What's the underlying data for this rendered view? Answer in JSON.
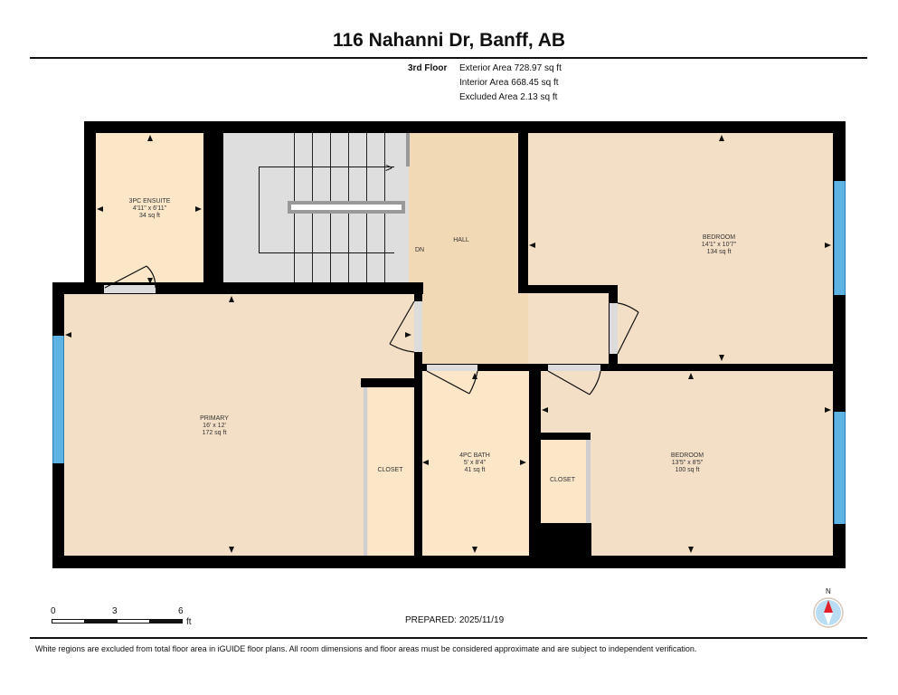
{
  "header": {
    "title": "116 Nahanni Dr, Banff, AB",
    "floor": "3rd Floor",
    "areas": [
      "Exterior Area 728.97 sq ft",
      "Interior Area 668.45 sq ft",
      "Excluded Area 2.13 sq ft"
    ]
  },
  "rooms": {
    "ensuite": {
      "name": "3PC ENSUITE",
      "dims": "4'11\" x 6'11\"",
      "area": "34 sq ft"
    },
    "hall": {
      "name": "HALL"
    },
    "stairs": {
      "label": "DN"
    },
    "bedroom1": {
      "name": "BEDROOM",
      "dims": "14'1\" x 10'7\"",
      "area": "134 sq ft"
    },
    "primary": {
      "name": "PRIMARY",
      "dims": "16' x 12'",
      "area": "172 sq ft"
    },
    "closet1": {
      "name": "CLOSET"
    },
    "bath": {
      "name": "4PC BATH",
      "dims": "5' x 8'4\"",
      "area": "41 sq ft"
    },
    "closet2": {
      "name": "CLOSET"
    },
    "bedroom2": {
      "name": "BEDROOM",
      "dims": "13'5\" x 8'5\"",
      "area": "100 sq ft"
    }
  },
  "colors": {
    "room_fill": "#f3dfc6",
    "hall_fill": "#f1d9b5",
    "bath_fill": "#fbe6c8",
    "stairs_fill": "#dedede",
    "wall": "#000000",
    "window": "#5fb3e3",
    "compass_red": "#e0202a"
  },
  "scale": {
    "ticks": [
      "0",
      "3",
      "6"
    ],
    "unit": "ft"
  },
  "footer": {
    "prepared": "PREPARED: 2025/11/19",
    "compass_label": "N",
    "disclaimer": "White regions are excluded from total floor area in iGUIDE floor plans. All room dimensions and floor areas must be considered approximate and are subject to independent verification."
  }
}
